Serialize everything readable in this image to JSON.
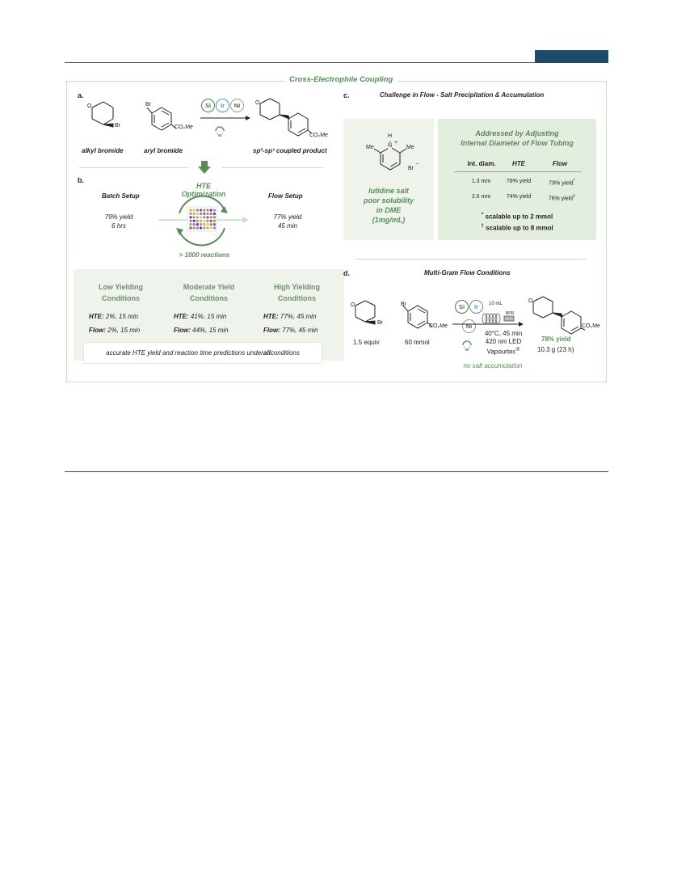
{
  "title": "Cross-Electrophile Coupling",
  "panel_a": {
    "label": "a.",
    "br_label_1": "Br",
    "br_label_2": "Br",
    "ester_label_1": "CO₂Me",
    "ester_label_2": "CO₂Me",
    "catalysts": [
      "Si",
      "Ir",
      "Ni"
    ],
    "alkyl_caption": "alkyl bromide",
    "aryl_caption": "aryl bromide",
    "product_caption": "sp²-sp³ coupled product"
  },
  "panel_b": {
    "label": "b.",
    "batch_title": "Batch Setup",
    "batch_yield": "79% yield",
    "batch_time": "6 hrs",
    "hte_title": "HTE Optimization",
    "flow_title": "Flow Setup",
    "flow_yield": "77% yield",
    "flow_time": "45 min",
    "reactions": "> 1000 reactions",
    "boxes": [
      {
        "title_1": "Low Yielding",
        "title_2": "Conditions",
        "hte_key": "HTE:",
        "hte_val": "2%, 15 min",
        "flow_key": "Flow:",
        "flow_val": "2%, 15 min"
      },
      {
        "title_1": "Moderate Yield",
        "title_2": "Conditions",
        "hte_key": "HTE:",
        "hte_val": "41%, 15 min",
        "flow_key": "Flow:",
        "flow_val": "44%, 15 min"
      },
      {
        "title_1": "High Yielding",
        "title_2": "Conditions",
        "hte_key": "HTE:",
        "hte_val": "77%, 45 min",
        "flow_key": "Flow:",
        "flow_val": "77%, 45 min"
      }
    ],
    "note_prefix": "accurate HTE yield and reaction time predictions under ",
    "note_bold": "all",
    "note_suffix": " conditions"
  },
  "panel_c": {
    "label": "c.",
    "title": "Challenge in Flow - Salt Precipitation & Accumulation",
    "salt_h": "H",
    "salt_n": "N",
    "salt_plus": "+",
    "salt_me_left": "Me",
    "salt_me_right": "Me",
    "salt_br": "Br",
    "salt_minus": "−",
    "salt_caption": [
      "lutidine salt",
      "poor solubility",
      "in DME",
      "(1mg/mL)"
    ],
    "table_title": [
      "Addressed by Adjusting",
      "Internal Diameter of Flow Tubing"
    ],
    "headers": [
      "int. diam.",
      "HTE",
      "Flow"
    ],
    "rows": [
      {
        "diam": "1.3 mm",
        "hte": "78% yield",
        "flow": "79% yield",
        "mark": "*"
      },
      {
        "diam": "2.0 mm",
        "hte": "74% yield",
        "flow": "76% yield",
        "mark": "†"
      }
    ],
    "footnotes": [
      {
        "mark": "*",
        "text": "scalable up to 2 mmol"
      },
      {
        "mark": "†",
        "text": "scalable up to 8 mmol"
      }
    ]
  },
  "panel_d": {
    "label": "d.",
    "title": "Multi-Gram Flow Conditions",
    "br_label_1": "Br",
    "br_label_2": "Br",
    "ester_label_1": "CO₂Me",
    "ester_label_2": "CO₂Me",
    "catalysts": [
      "Si",
      "Ir",
      "Ni"
    ],
    "volume": "10 mL",
    "bpr": "BPR",
    "conditions": [
      "40°C, 45 min",
      "420 nm LED",
      "Vapourtec"
    ],
    "reg": "®",
    "equiv": "1.5 equiv",
    "mmol": "60 mmol",
    "yield": "78% yield",
    "grams": "10.3 g (23 h)",
    "no_salt": "no salt accumulation"
  },
  "colors": {
    "accent_green": "#5a8a58",
    "pale_green": "#eef4ec",
    "navy": "#1f4a68",
    "si_ring": "#4a7a48",
    "ir_ring": "#5a8fb0",
    "ni_ring": "#999999"
  },
  "plate_colors": [
    "#e8a33a",
    "#d85e8e",
    "#6b8fd0",
    "#b57fd0",
    "#5fb07a",
    "#e8d04a",
    "#404a7a",
    "#c64040"
  ]
}
